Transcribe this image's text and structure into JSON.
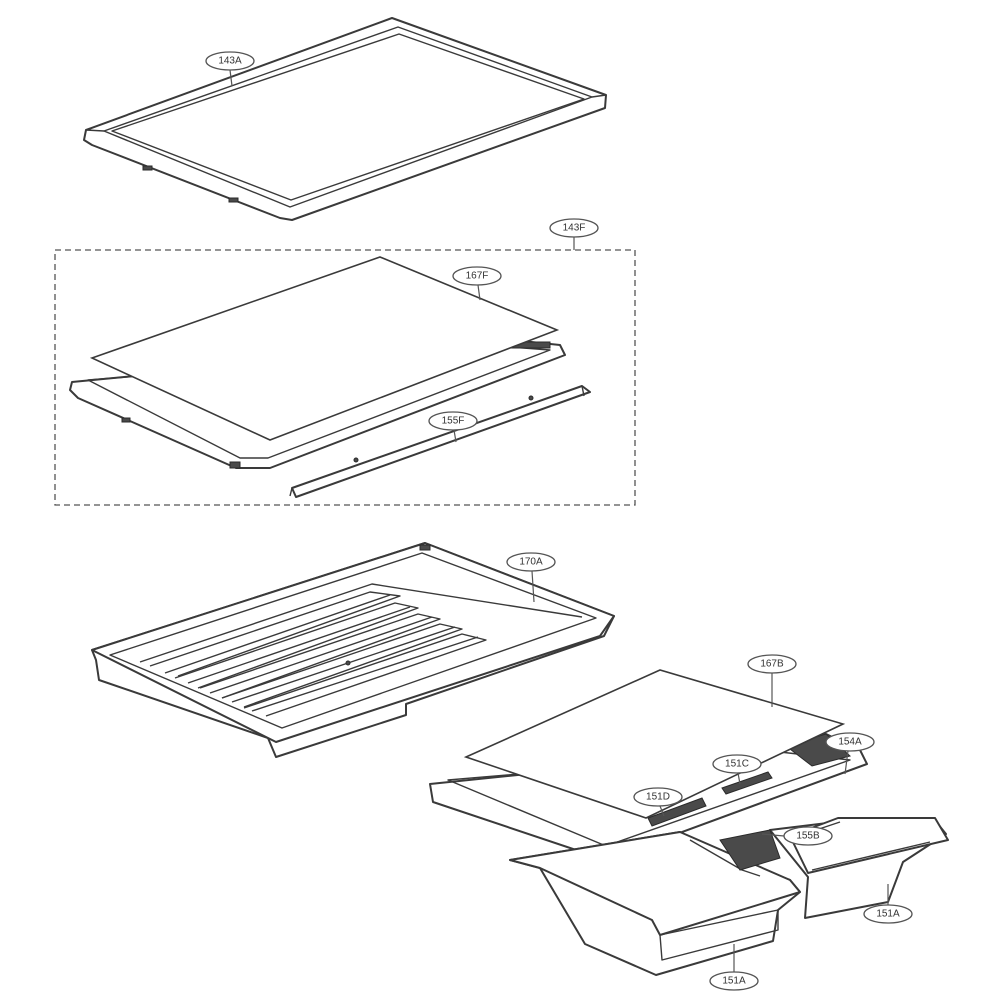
{
  "diagram": {
    "parts": [
      {
        "id": "143A"
      },
      {
        "id": "143F"
      },
      {
        "id": "167F"
      },
      {
        "id": "155F"
      },
      {
        "id": "170A"
      },
      {
        "id": "167B"
      },
      {
        "id": "154A"
      },
      {
        "id": "151C"
      },
      {
        "id": "151D"
      },
      {
        "id": "155B"
      },
      {
        "id": "151A"
      },
      {
        "id": "151A"
      }
    ]
  }
}
